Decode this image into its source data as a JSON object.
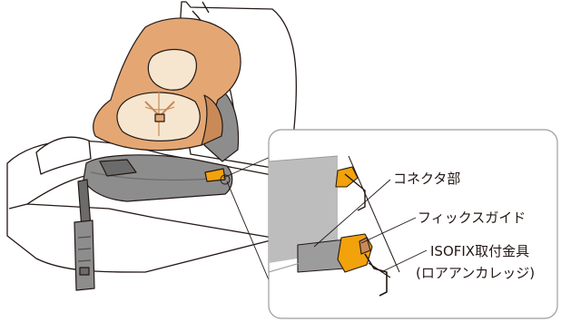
{
  "labels": {
    "connector": "コネクタ部",
    "fix_guide": "フィックスガイド",
    "isofix_anchor": "ISOFIX取付金具",
    "isofix_anchor_sub": "(ロアアンカレッジ)"
  },
  "colors": {
    "shell": "#e4a774",
    "shell_dark": "#c98a58",
    "cushion": "#f6e6cf",
    "base_gray": "#8d8d8d",
    "base_gray_dark": "#6b6b6b",
    "connector_orange": "#f2a20a",
    "outline": "#231815",
    "detail_bg": "#bdbdbd"
  }
}
